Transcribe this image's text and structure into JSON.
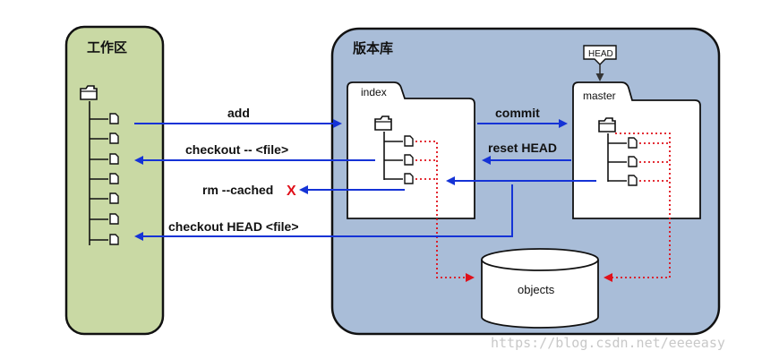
{
  "workspace": {
    "title": "工作区"
  },
  "repository": {
    "title": "版本库"
  },
  "index": {
    "tab_label": "index"
  },
  "master": {
    "tab_label": "master"
  },
  "head_pointer": {
    "label": "HEAD"
  },
  "objects": {
    "label": "objects"
  },
  "arrows": {
    "add": "add",
    "checkout_file": "checkout -- <file>",
    "rm_cached": "rm --cached",
    "rm_cross": "X",
    "checkout_head": "checkout HEAD <file>",
    "commit": "commit",
    "reset_head": "reset HEAD"
  },
  "watermark": "https://blog.csdn.net/eeeeasy",
  "colors": {
    "workspace_fill": "#c9d9a4",
    "repo_fill": "#a9bdd8",
    "arrow_blue": "#1533d6",
    "dotted_red": "#e0101a"
  }
}
